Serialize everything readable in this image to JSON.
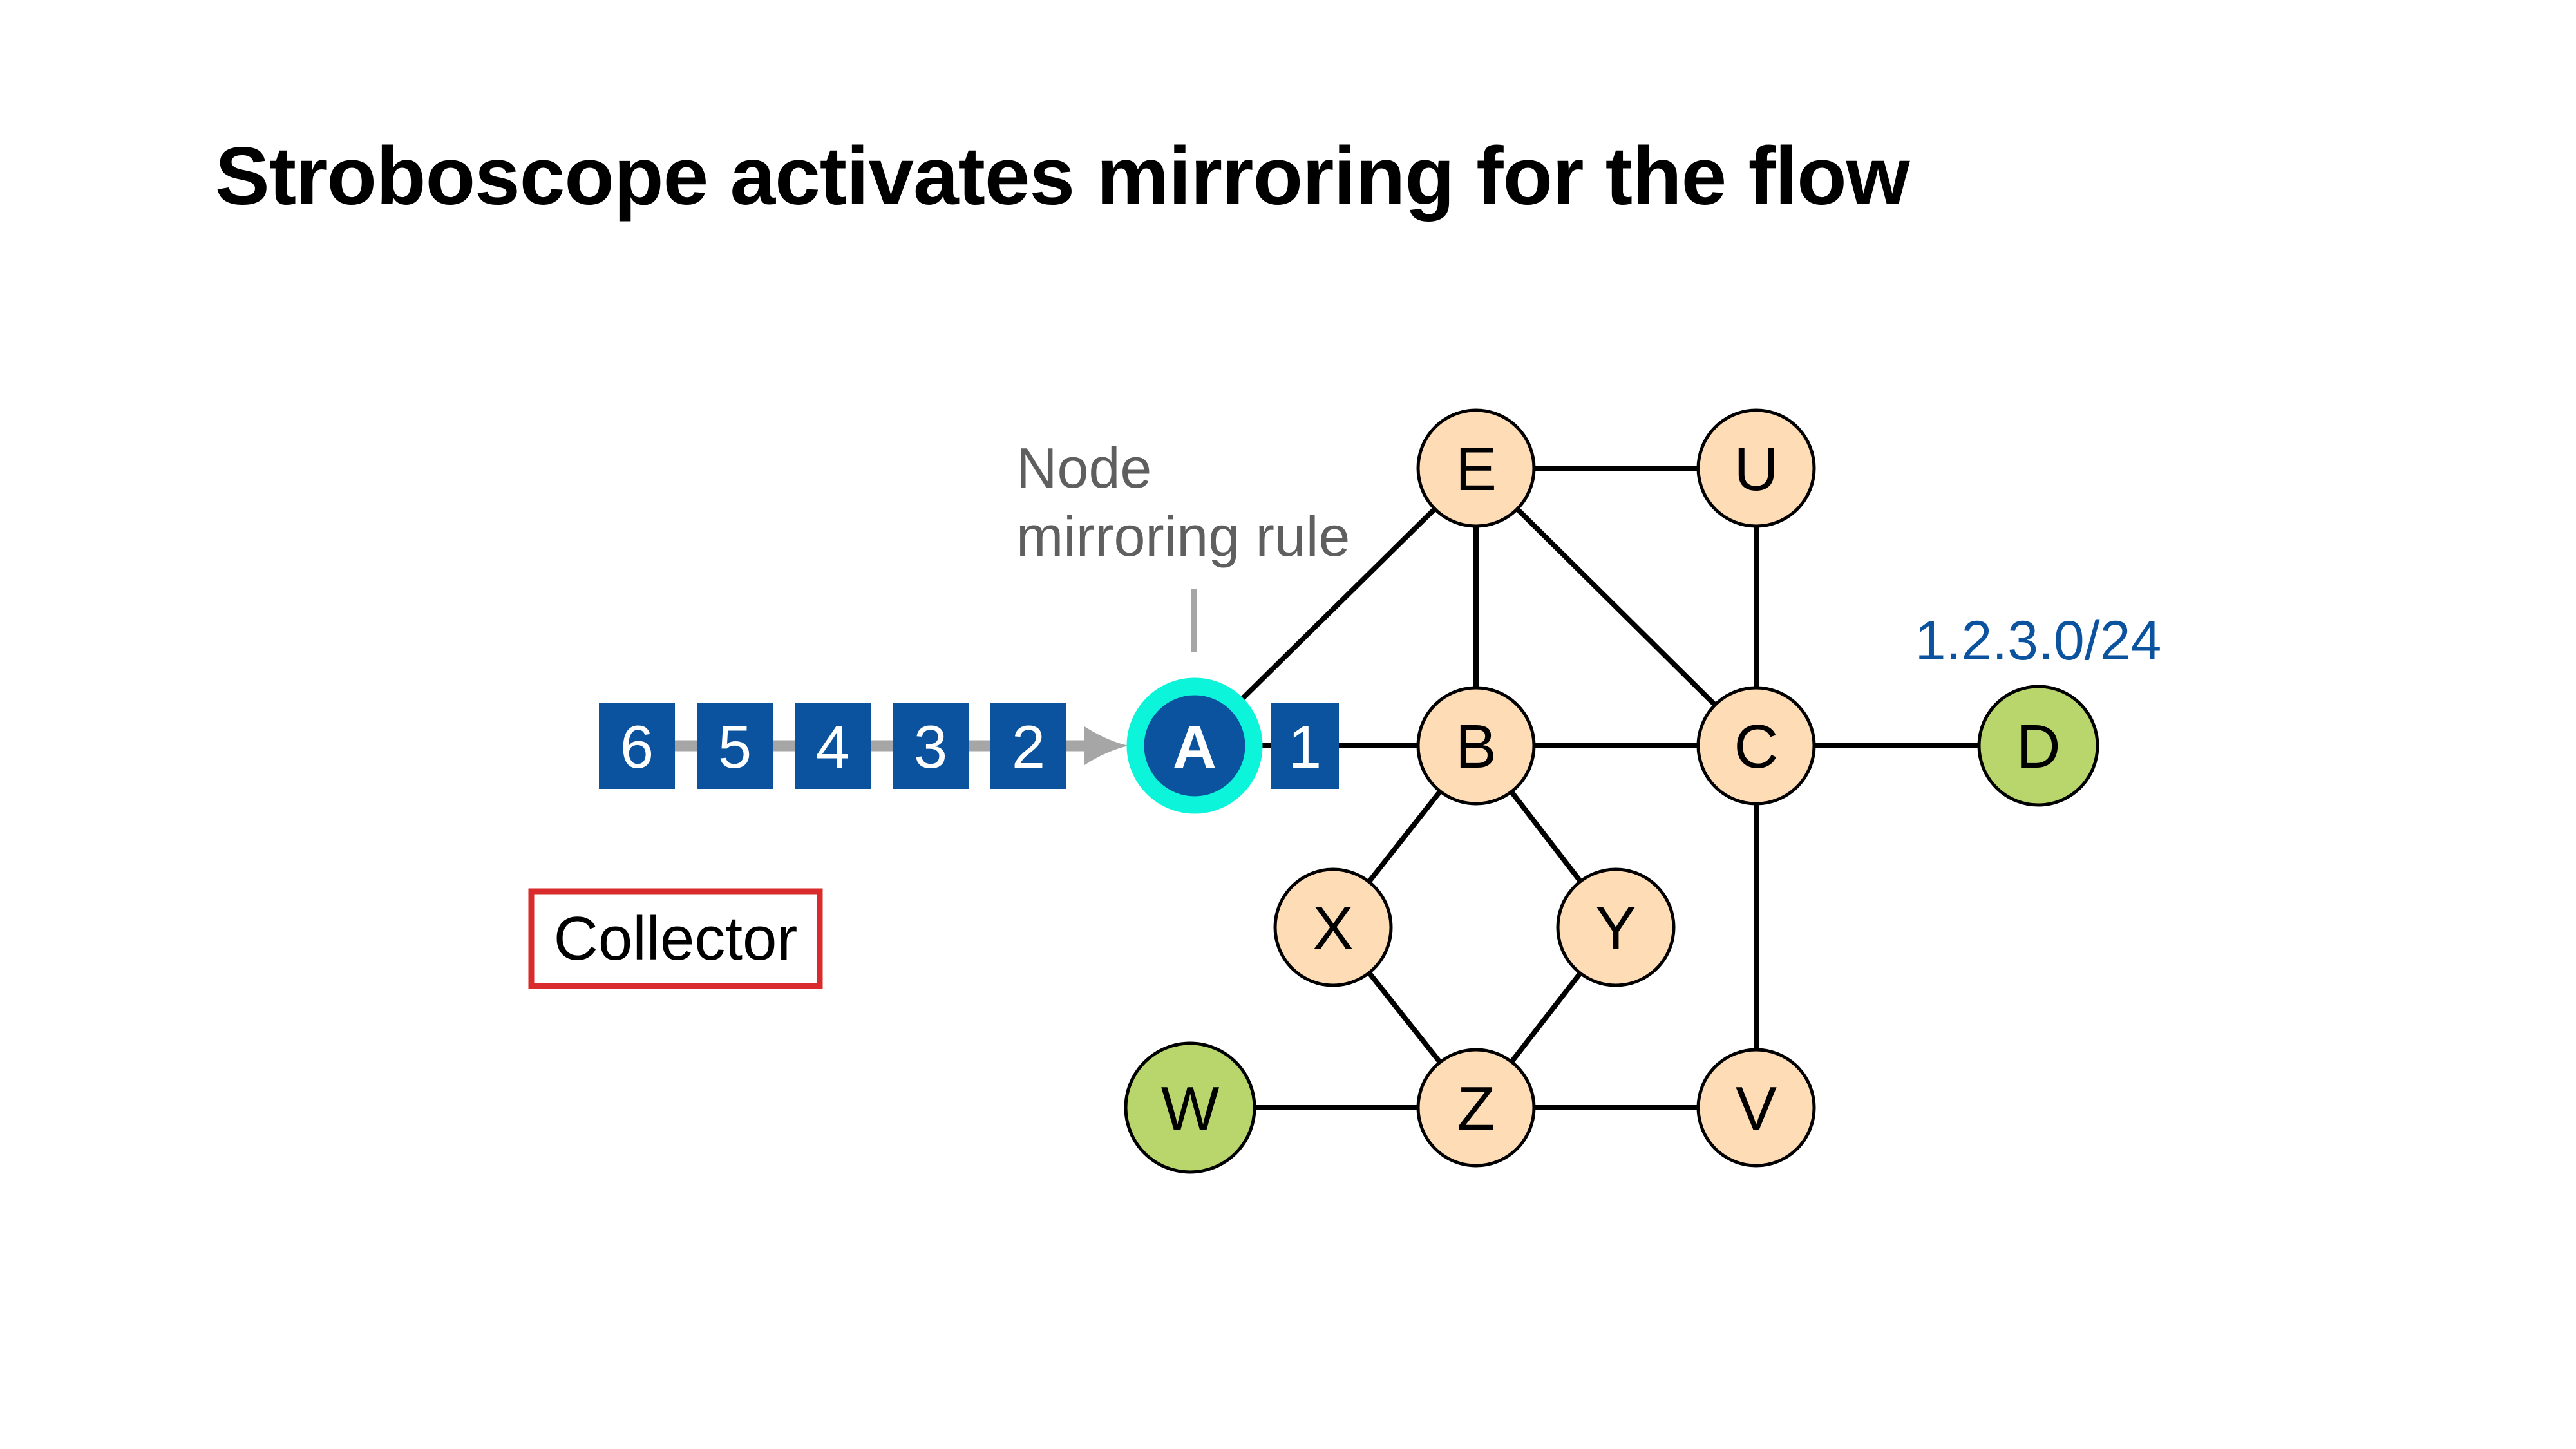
{
  "title": "Stroboscope activates mirroring for the flow",
  "colors": {
    "router": "#fddcb6",
    "endpoint": "#b8d66b",
    "mirror_node": "#0b539f",
    "mirror_ring": "#0cf5da",
    "packet": "#0b539f",
    "flow_arrow": "#a6a6a6",
    "collector_border": "#d92b2b",
    "prefix_text": "#0b539f",
    "annotation_text": "#5f5f5f"
  },
  "annotation": {
    "line1": "Node",
    "line2": "mirroring rule"
  },
  "prefix_label": "1.2.3.0/24",
  "collector": {
    "label": "Collector"
  },
  "mirroring_node": {
    "id": "A",
    "label": "A"
  },
  "nodes": [
    {
      "id": "E",
      "label": "E",
      "kind": "router"
    },
    {
      "id": "U",
      "label": "U",
      "kind": "router"
    },
    {
      "id": "B",
      "label": "B",
      "kind": "router"
    },
    {
      "id": "C",
      "label": "C",
      "kind": "router"
    },
    {
      "id": "D",
      "label": "D",
      "kind": "endpoint"
    },
    {
      "id": "X",
      "label": "X",
      "kind": "router"
    },
    {
      "id": "Y",
      "label": "Y",
      "kind": "router"
    },
    {
      "id": "W",
      "label": "W",
      "kind": "endpoint"
    },
    {
      "id": "Z",
      "label": "Z",
      "kind": "router"
    },
    {
      "id": "V",
      "label": "V",
      "kind": "router"
    }
  ],
  "edges": [
    [
      "A",
      "E"
    ],
    [
      "A",
      "B"
    ],
    [
      "E",
      "U"
    ],
    [
      "E",
      "B"
    ],
    [
      "E",
      "C"
    ],
    [
      "U",
      "C"
    ],
    [
      "B",
      "C"
    ],
    [
      "C",
      "D"
    ],
    [
      "C",
      "V"
    ],
    [
      "B",
      "X"
    ],
    [
      "B",
      "Y"
    ],
    [
      "X",
      "Z"
    ],
    [
      "Y",
      "Z"
    ],
    [
      "W",
      "Z"
    ],
    [
      "Z",
      "V"
    ]
  ],
  "packets_queued": [
    "6",
    "5",
    "4",
    "3",
    "2"
  ],
  "packet_forwarded": "1"
}
